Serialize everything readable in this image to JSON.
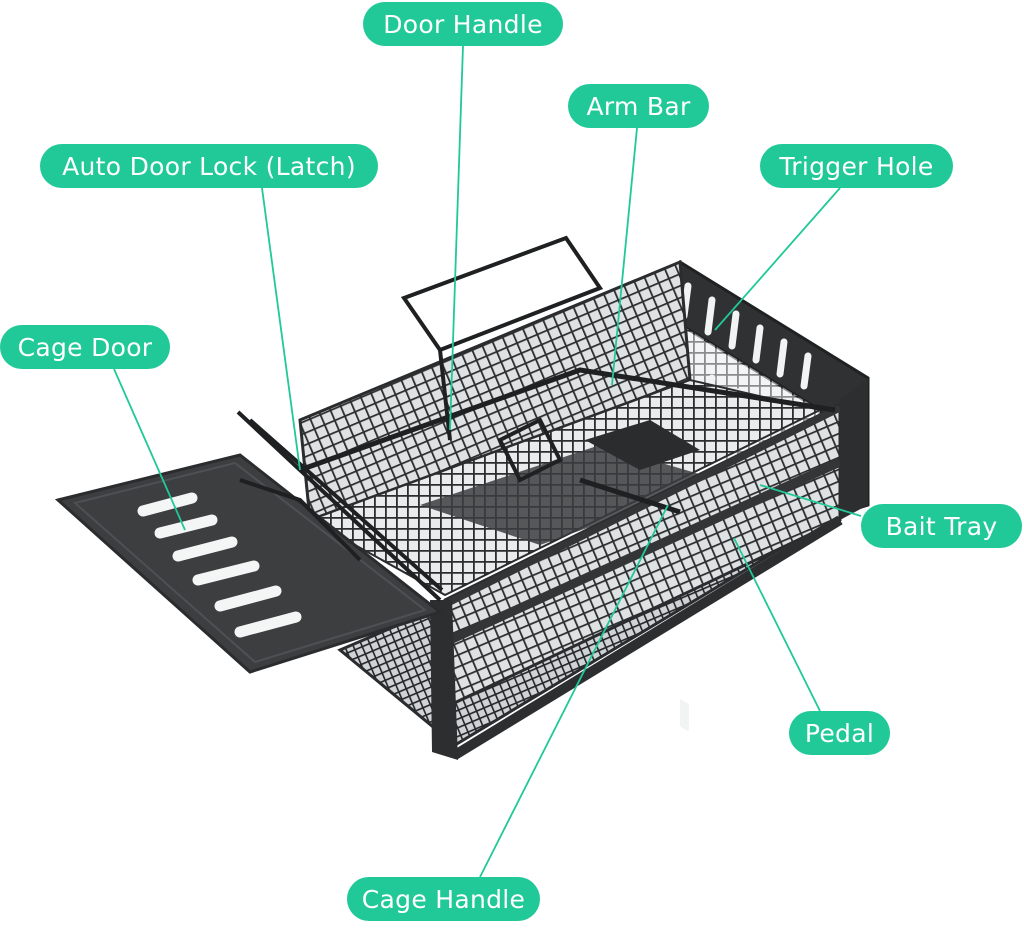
{
  "colors": {
    "accent": "#20c997",
    "label_text": "#ffffff",
    "trap_metal": "#3a3c3e",
    "trap_dark": "#222425",
    "background": "#ffffff"
  },
  "labels": {
    "door_handle": "Door Handle",
    "arm_bar": "Arm Bar",
    "auto_door_lock": "Auto Door Lock (Latch)",
    "trigger_hole": "Trigger Hole",
    "cage_door": "Cage Door",
    "bait_tray": "Bait Tray",
    "pedal": "Pedal",
    "cage_handle": "Cage Handle"
  }
}
